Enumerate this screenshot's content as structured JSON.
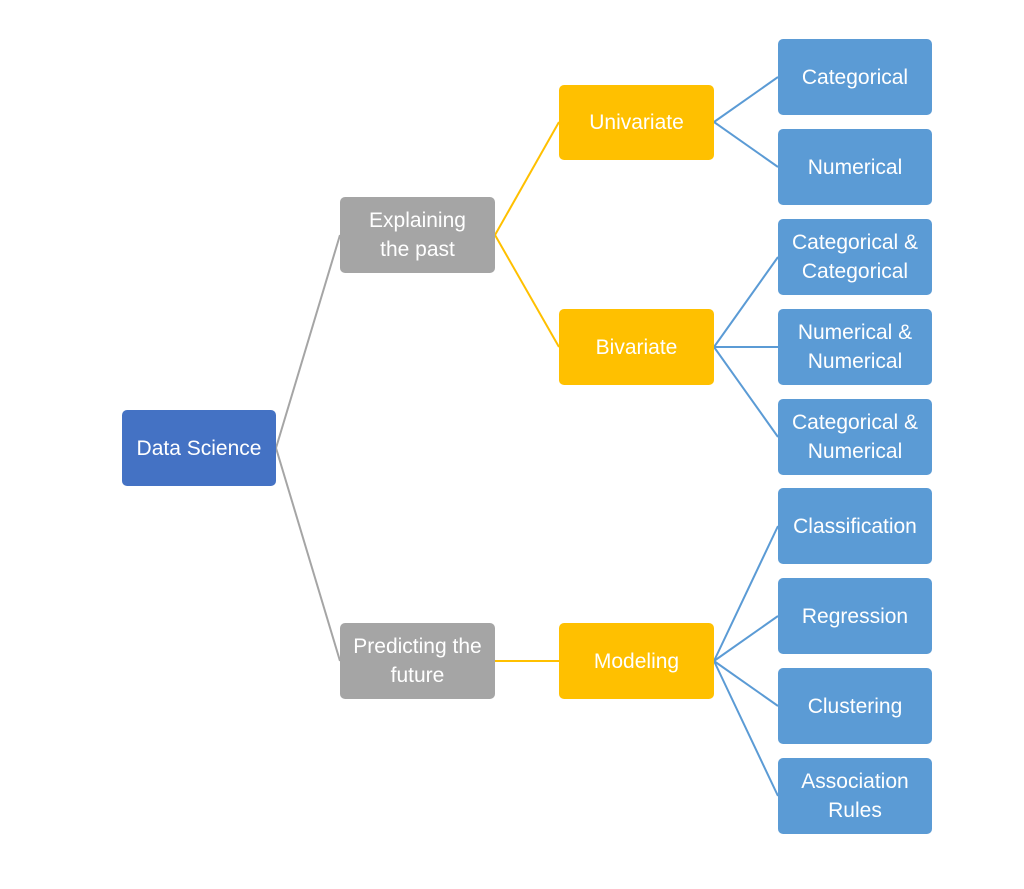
{
  "diagram": {
    "root": {
      "label": "Data Science",
      "color": "#4472c4"
    },
    "branches": [
      {
        "label": "Explaining\nthe past",
        "color": "#a5a5a5",
        "children": [
          {
            "label": "Univariate",
            "color": "#ffc000",
            "children": [
              "Categorical",
              "Numerical"
            ]
          },
          {
            "label": "Bivariate",
            "color": "#ffc000",
            "children": [
              "Categorical &\nCategorical",
              "Numerical &\nNumerical",
              "Categorical &\nNumerical"
            ]
          }
        ]
      },
      {
        "label": "Predicting the\nfuture",
        "color": "#a5a5a5",
        "children": [
          {
            "label": "Modeling",
            "color": "#ffc000",
            "children": [
              "Classification",
              "Regression",
              "Clustering",
              "Association\nRules"
            ]
          }
        ]
      }
    ],
    "leaf_color": "#5b9bd5",
    "connector_colors": {
      "root_to_branch": "#a5a5a5",
      "branch_to_method": "#ffc000",
      "method_to_leaf": "#5b9bd5"
    }
  }
}
